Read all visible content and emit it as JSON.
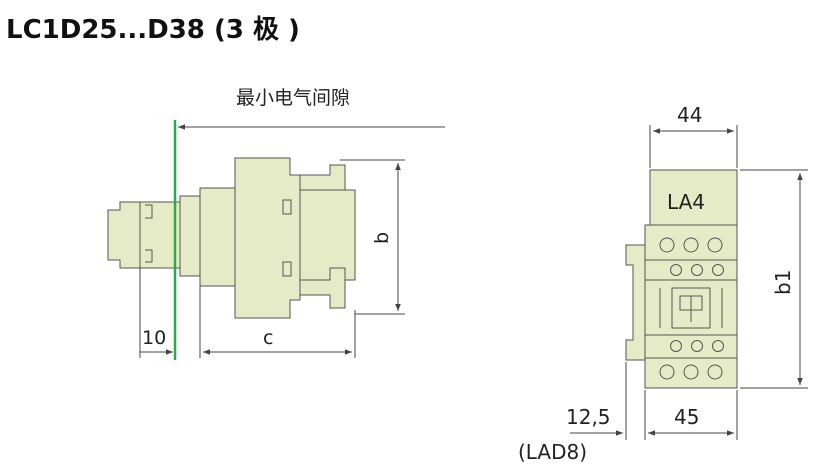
{
  "title": "LC1D25...D38 (3 极 )",
  "min_clearance_label": "最小电气间隙",
  "dims": {
    "b": "b",
    "c": "c",
    "ten": "10",
    "w44": "44",
    "w45": "45",
    "b1": "b1",
    "offset": "12,5",
    "lad8": "(LAD8)"
  },
  "la4_label": "LA4",
  "colors": {
    "body_fill": "#e6ebc7",
    "outline": "#555555",
    "clearance_line": "#2fa84a",
    "dimension": "#444444"
  }
}
